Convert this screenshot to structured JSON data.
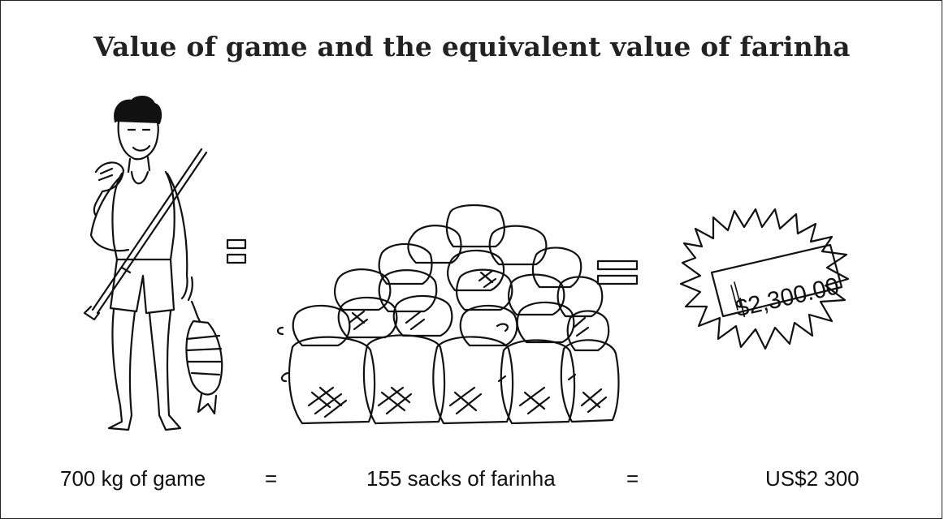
{
  "title": "Value of game and the equivalent value of farinha",
  "captions": {
    "game": "700 kg of game",
    "equals_1": "=",
    "sacks": "155 sacks of farinha",
    "equals_2": "=",
    "money": "US$2 300"
  },
  "banknote_text": "$2,300.00",
  "colors": {
    "ink": "#111111",
    "background": "#ffffff"
  }
}
